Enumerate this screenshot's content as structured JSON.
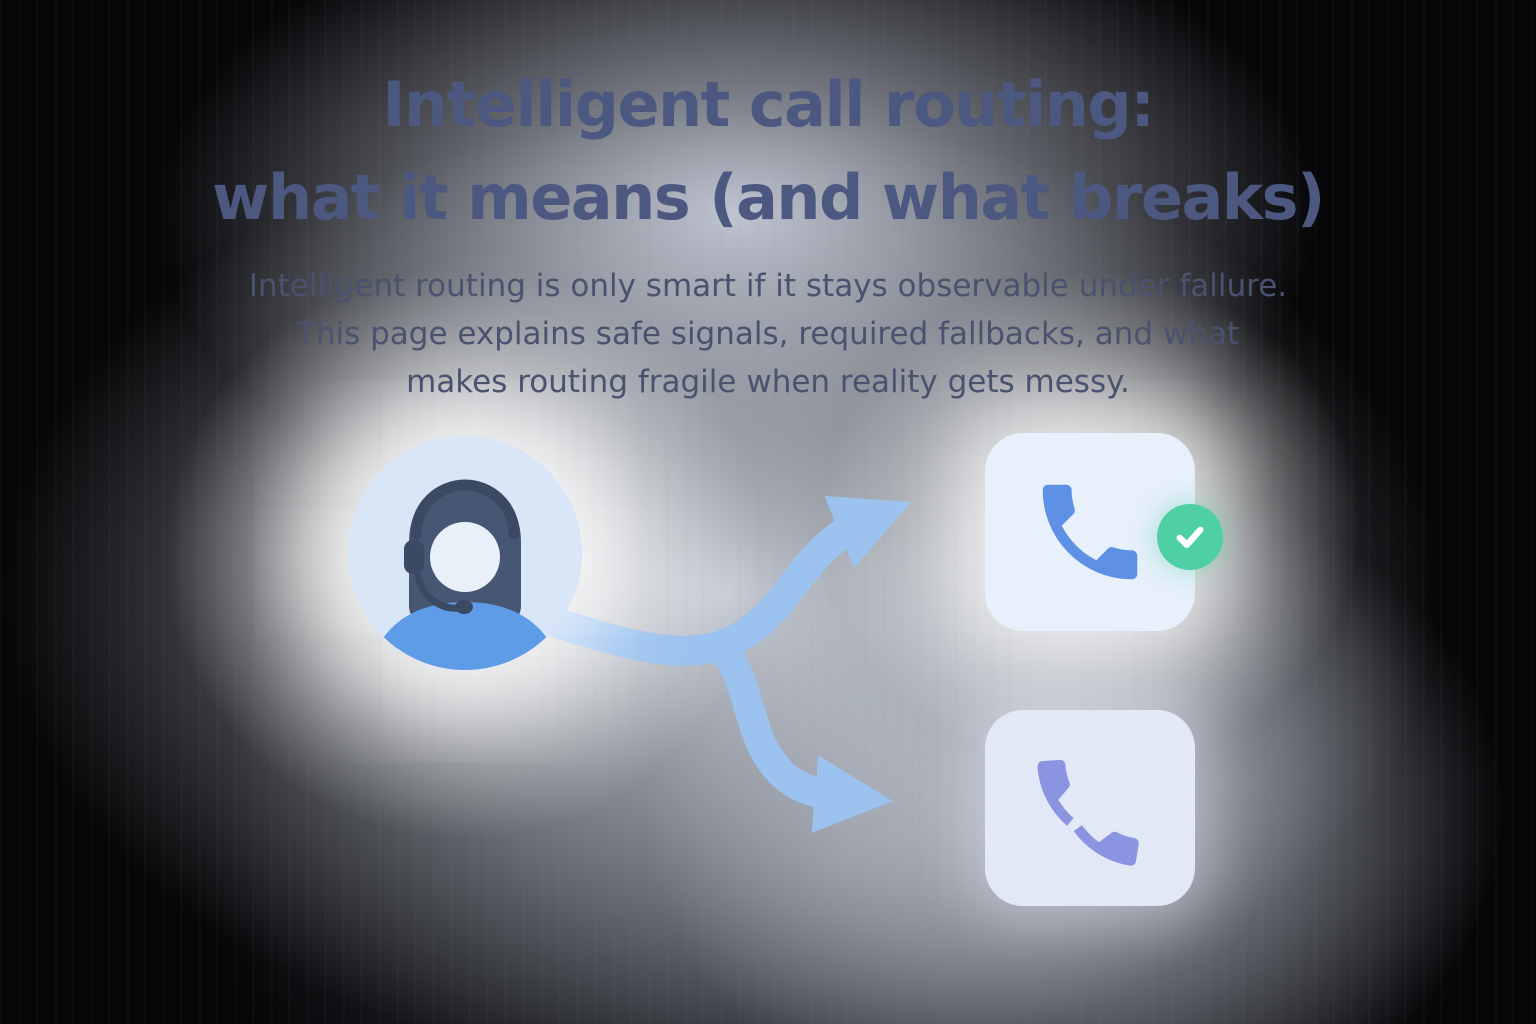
{
  "hero": {
    "title_lines": [
      "Intelligent call routing:",
      "what it means (and what breaks)"
    ],
    "subtitle_lines": [
      "Intelligent routing is only smart if it stays observable under fallure.",
      "This page explains safe signals, required fallbacks, and what",
      "makes routing fragile when reality gets messy."
    ]
  },
  "illustration": {
    "source_node": {
      "id": "agent",
      "icon": "support-agent-avatar-icon"
    },
    "destinations": [
      {
        "id": "route-success",
        "icon": "phone-icon",
        "status": "success",
        "status_icon": "check-icon"
      },
      {
        "id": "route-failure",
        "icon": "broken-phone-icon",
        "status": "failure"
      }
    ],
    "connectors": [
      {
        "from": "agent",
        "to": "route-success",
        "icon": "arrow-up-right-icon"
      },
      {
        "from": "agent",
        "to": "route-failure",
        "icon": "arrow-down-right-icon"
      }
    ]
  },
  "colors": {
    "title": "#4d5880",
    "subtitle": "#49536d",
    "arrow": "#9cc2ef",
    "phoneOk": "#5e90e6",
    "phoneBroken": "#8b94e0",
    "checkBg": "#4fcfa4",
    "checkMark": "#ffffff",
    "cardTop": "#e7f0fb",
    "cardBottom": "#e3e8f7",
    "avatarBg": "#d8e6f7",
    "hair": "#475672",
    "face": "#e9f0f9",
    "body": "#5f9ce8",
    "headset": "#3c4962"
  }
}
